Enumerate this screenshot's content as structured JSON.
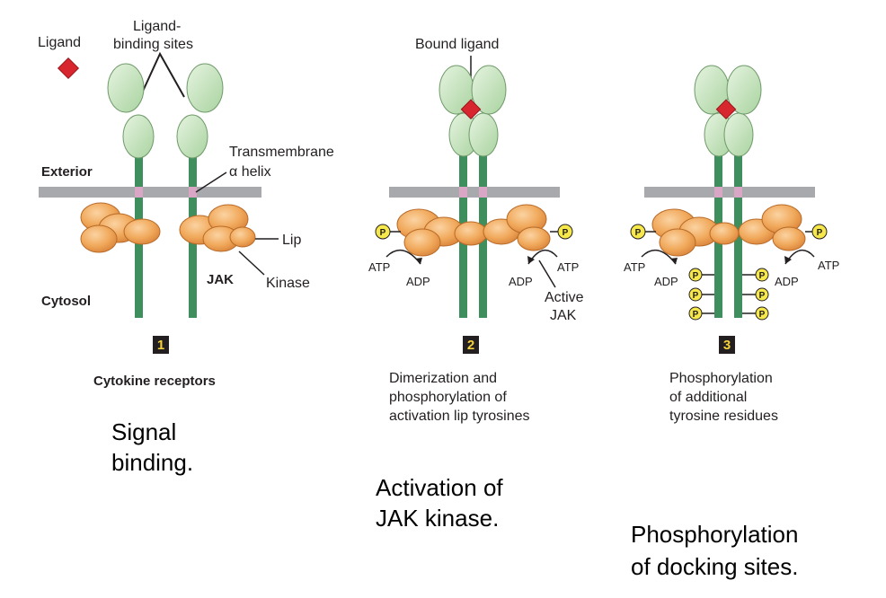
{
  "labels": {
    "ligand": "Ligand",
    "binding_sites_l1": "Ligand-",
    "binding_sites_l2": "binding sites",
    "exterior": "Exterior",
    "transmembrane_l1": "Transmembrane",
    "transmembrane_l2": "α helix",
    "lip": "Lip",
    "jak": "JAK",
    "kinase": "Kinase",
    "cytosol": "Cytosol",
    "bound_ligand": "Bound ligand",
    "active_l1": "Active",
    "active_l2": "JAK",
    "atp": "ATP",
    "adp": "ADP",
    "p": "P"
  },
  "panels": [
    {
      "number": "1",
      "caption": [
        "Cytokine receptors"
      ],
      "summary": [
        "Signal",
        "binding."
      ]
    },
    {
      "number": "2",
      "caption": [
        "Dimerization and",
        "phosphorylation of",
        "activation lip tyrosines"
      ],
      "summary": [
        "Activation of",
        "JAK kinase."
      ]
    },
    {
      "number": "3",
      "caption": [
        "Phosphorylation",
        "of additional",
        "tyrosine residues"
      ],
      "summary": [
        "Phosphorylation",
        "of docking sites."
      ]
    }
  ],
  "colors": {
    "receptor_head": "#cfe8c6",
    "receptor_stroke": "#6f9a6a",
    "stalk": "#3f8f5e",
    "membrane": "#a7a9ac",
    "tm_helix": "#d9a6c6",
    "jak": "#f0a85a",
    "jak_shadow": "#d9843b",
    "ligand": "#d8262f",
    "phosphate": "#f6e84a",
    "step_box": "#231f20"
  }
}
